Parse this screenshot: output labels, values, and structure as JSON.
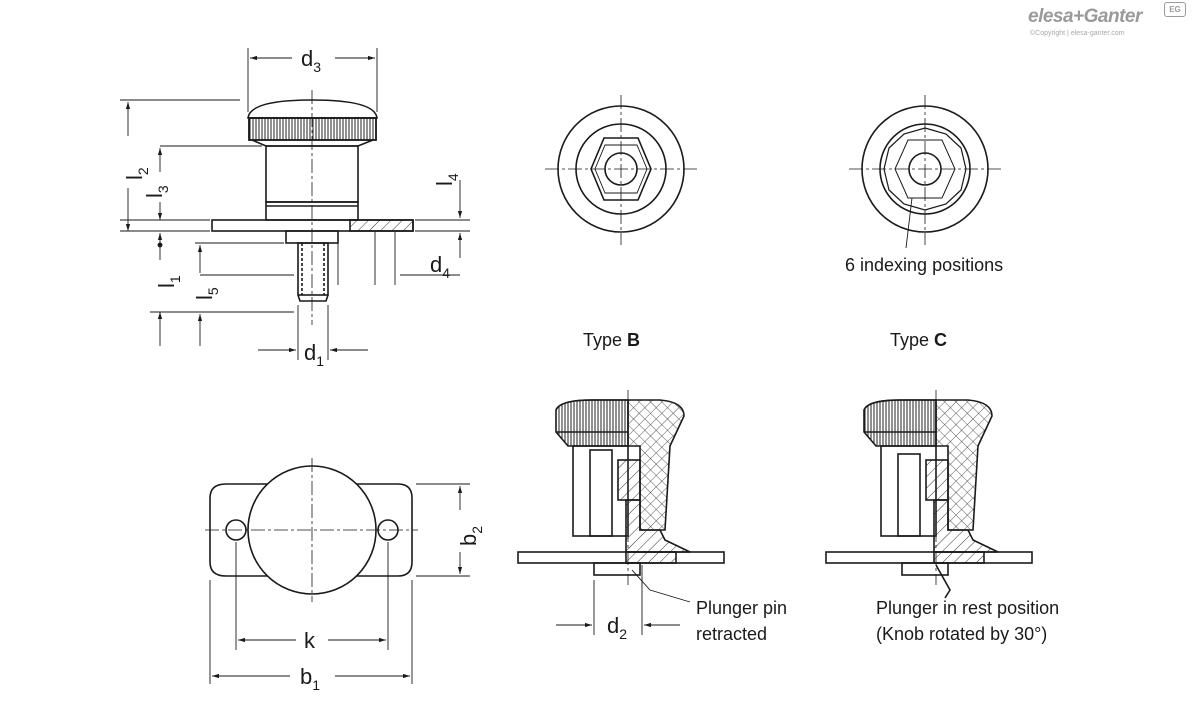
{
  "brand": {
    "name": "elesa+Ganter",
    "copyright": "©Copyright | elesa-ganter.com",
    "mark": "EG"
  },
  "dimensions": {
    "d1": {
      "base": "d",
      "sub": "1"
    },
    "d2": {
      "base": "d",
      "sub": "2"
    },
    "d3": {
      "base": "d",
      "sub": "3"
    },
    "d4": {
      "base": "d",
      "sub": "4"
    },
    "l1": {
      "base": "l",
      "sub": "1"
    },
    "l2": {
      "base": "l",
      "sub": "2"
    },
    "l3": {
      "base": "l",
      "sub": "3"
    },
    "l4": {
      "base": "l",
      "sub": "4"
    },
    "l5": {
      "base": "l",
      "sub": "5"
    },
    "b1": {
      "base": "b",
      "sub": "1"
    },
    "b2": {
      "base": "b",
      "sub": "2"
    },
    "k": "k"
  },
  "types": {
    "b": {
      "prefix": "Type ",
      "letter": "B"
    },
    "c": {
      "prefix": "Type ",
      "letter": "C"
    }
  },
  "annotations": {
    "indexing": "6 indexing positions",
    "plunger_retracted": [
      "Plunger pin",
      "retracted"
    ],
    "plunger_rest": [
      "Plunger in rest position",
      "(Knob rotated by 30°)"
    ]
  }
}
